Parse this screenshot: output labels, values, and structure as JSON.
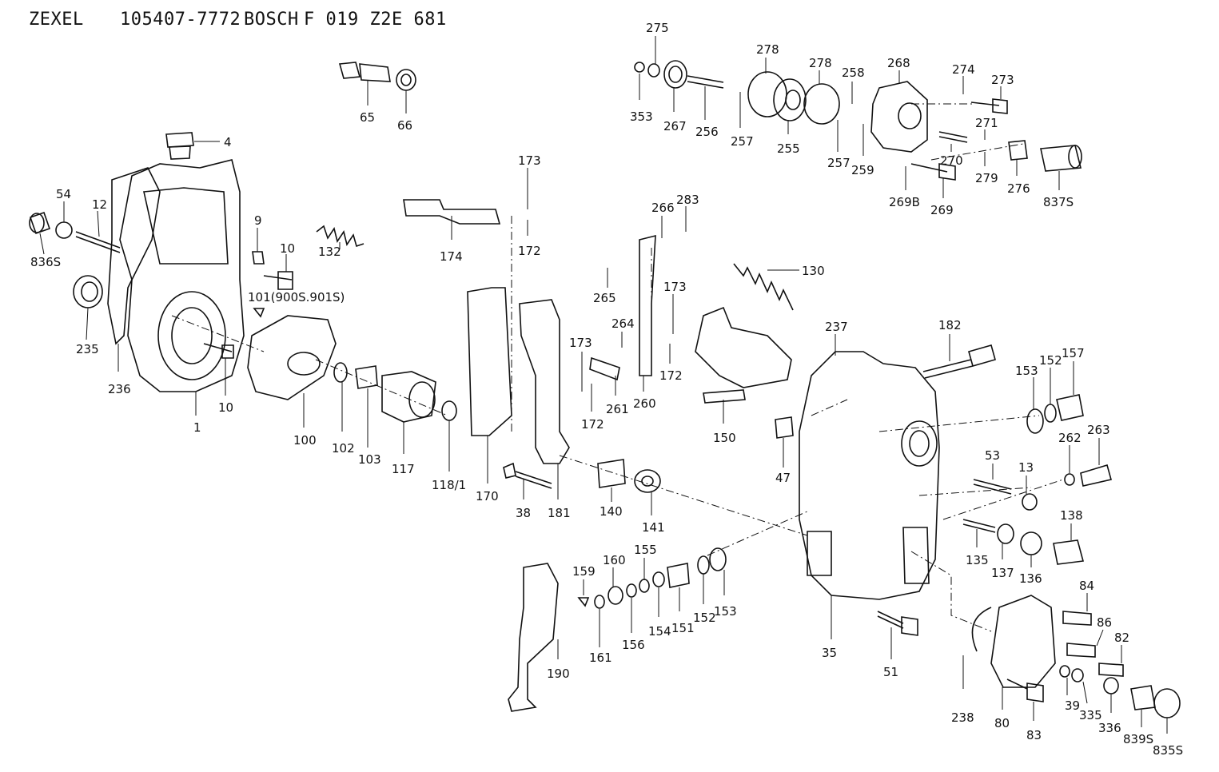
{
  "header": {
    "maker": "ZEXEL",
    "zexel_number": "105407-7772",
    "brand": "BOSCH",
    "bosch_number": "F 019 Z2E 681"
  },
  "parts": {
    "p4": "4",
    "p54": "54",
    "p12": "12",
    "p836S": "836S",
    "p235": "235",
    "p236": "236",
    "p1": "1",
    "p10a": "10",
    "p9": "9",
    "p10b": "10",
    "p101": "101(900S.901S)",
    "p132": "132",
    "p65": "65",
    "p66": "66",
    "p100": "100",
    "p102": "102",
    "p103": "103",
    "p117": "117",
    "p118_1": "118/1",
    "p174": "174",
    "p173a": "173",
    "p172a": "172",
    "p170": "170",
    "p38": "38",
    "p181": "181",
    "p140": "140",
    "p141": "141",
    "p173b": "173",
    "p172b": "172",
    "p261": "261",
    "p264": "264",
    "p260": "260",
    "p265": "265",
    "p266": "266",
    "p283": "283",
    "p173c": "173",
    "p172c": "172",
    "p130": "130",
    "p150": "150",
    "p275": "275",
    "p353": "353",
    "p267": "267",
    "p256": "256",
    "p278a": "278",
    "p257a": "257",
    "p255": "255",
    "p278b": "278",
    "p258": "258",
    "p257b": "257",
    "p259": "259",
    "p268": "268",
    "p274": "274",
    "p273": "273",
    "p271": "271",
    "p270": "270",
    "p279": "279",
    "p276": "276",
    "p837S": "837S",
    "p269B": "269B",
    "p269": "269",
    "p237": "237",
    "p182": "182",
    "p47": "47",
    "p153a": "153",
    "p152a": "152",
    "p157": "157",
    "p262": "262",
    "p263": "263",
    "p53": "53",
    "p13": "13",
    "p135": "135",
    "p137": "137",
    "p136": "136",
    "p138": "138",
    "p35": "35",
    "p51": "51",
    "p190": "190",
    "p159": "159",
    "p160": "160",
    "p155": "155",
    "p161": "161",
    "p156": "156",
    "p154": "154",
    "p151": "151",
    "p152b": "152",
    "p153b": "153",
    "p238": "238",
    "p80": "80",
    "p83": "83",
    "p84": "84",
    "p86": "86",
    "p82": "82",
    "p39": "39",
    "p335": "335",
    "p336": "336",
    "p839S": "839S",
    "p835S": "835S"
  }
}
